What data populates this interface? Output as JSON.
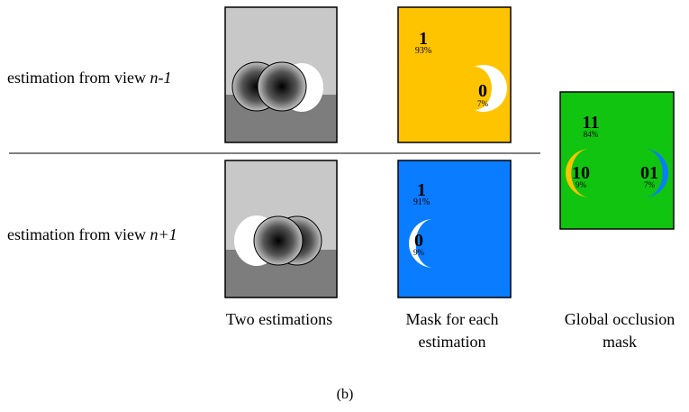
{
  "rows": [
    {
      "label_prefix": "estimation from view ",
      "label_var": "n-1"
    },
    {
      "label_prefix": "estimation from view ",
      "label_var": "n+1"
    }
  ],
  "masks": {
    "top": {
      "main_label": "1",
      "main_pct": "93%",
      "small_label": "0",
      "small_pct": "7%",
      "color": "#ffc400"
    },
    "bottom": {
      "main_label": "1",
      "main_pct": "91%",
      "small_label": "0",
      "small_pct": "9%",
      "color": "#0a7cff"
    }
  },
  "global": {
    "label_11": "11",
    "pct_11": "84%",
    "label_10": "10",
    "pct_10": "9%",
    "label_01": "01",
    "pct_01": "7%",
    "color": "#11c40f"
  },
  "columns": {
    "col1": [
      "Two estimations"
    ],
    "col2": [
      "Mask for each",
      "estimation"
    ],
    "col3": [
      "Global occlusion",
      "mask"
    ]
  },
  "subfigure_label": "(b)"
}
